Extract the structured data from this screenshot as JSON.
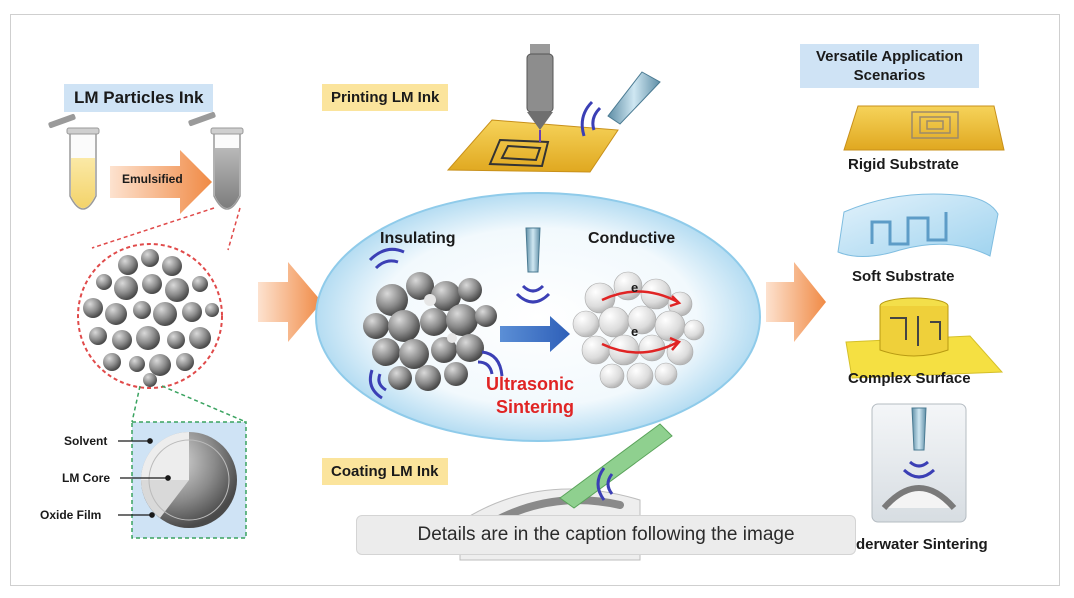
{
  "labels": {
    "lm_particles_ink": "LM Particles Ink",
    "emulsified": "Emulsified",
    "solvent": "Solvent",
    "lm_core": "LM Core",
    "oxide_film": "Oxide Film",
    "printing_lm_ink": "Printing LM Ink",
    "coating_lm_ink": "Coating LM Ink",
    "insulating": "Insulating",
    "conductive": "Conductive",
    "electron": "e",
    "ultrasonic": "Ultrasonic",
    "sintering": "Sintering",
    "versatile_line1": "Versatile Application",
    "versatile_line2": "Scenarios",
    "rigid_substrate": "Rigid Substrate",
    "soft_substrate": "Soft Substrate",
    "complex_surface": "Complex Surface",
    "underwater_sintering": "derwater Sintering"
  },
  "tooltip": {
    "text": "Details are in the caption following the image"
  },
  "colors": {
    "box_blue": "#cfe3f5",
    "box_yellow": "#fbe49c",
    "arrow_orange": "#f2a56d",
    "sinter_red": "#e02424",
    "wave_purple": "#3b3fb5",
    "ellipse_blue": "#bfe3f3",
    "substrate_yellow": "#f0c53a"
  }
}
